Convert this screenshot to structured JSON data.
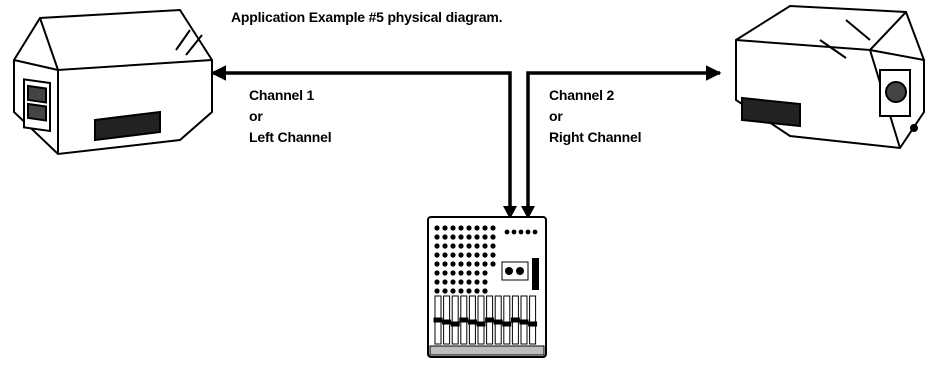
{
  "caption": "Application Example #5 physical diagram.",
  "left_label": {
    "line1": "Channel 1",
    "line2": "or",
    "line3": "Left Channel"
  },
  "right_label": {
    "line1": "Channel 2",
    "line2": "or",
    "line3": "Right Channel"
  },
  "nodes": [
    {
      "id": "left-speaker",
      "type": "speaker"
    },
    {
      "id": "right-speaker",
      "type": "speaker"
    },
    {
      "id": "mixer",
      "type": "mixing-console"
    }
  ],
  "edges": [
    {
      "from": "mixer",
      "to": "left-speaker",
      "label": "Channel 1 or Left Channel"
    },
    {
      "from": "mixer",
      "to": "right-speaker",
      "label": "Channel 2 or Right Channel"
    }
  ],
  "colors": {
    "ink": "#000000",
    "background": "#ffffff",
    "panel": "#ffffff",
    "faderStrip": "#bdbdbd"
  }
}
